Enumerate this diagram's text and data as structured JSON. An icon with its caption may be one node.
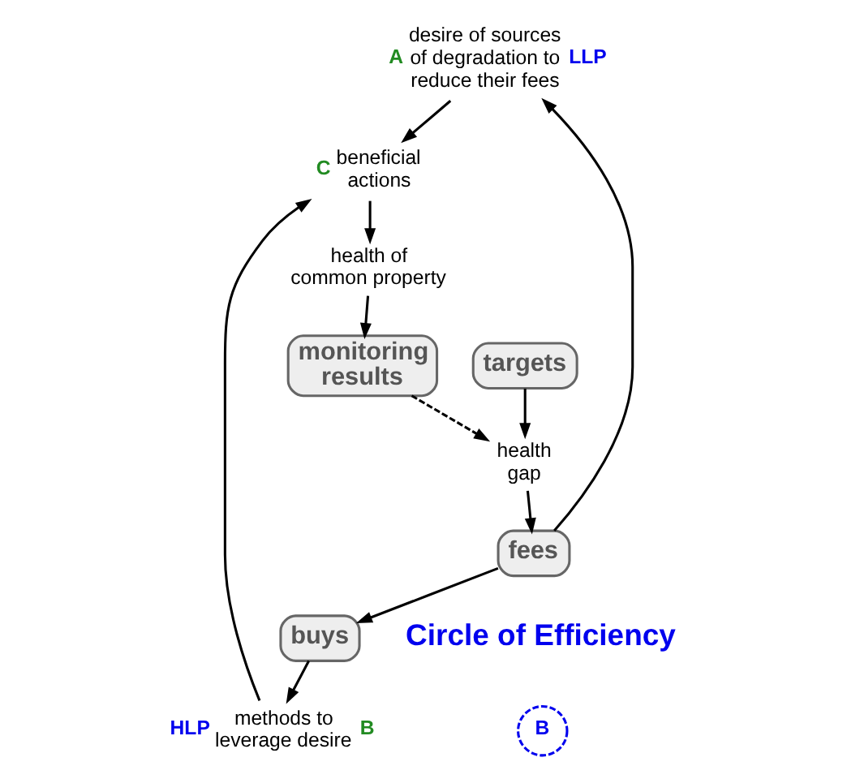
{
  "diagram": {
    "nodes": [
      {
        "text": [
          "desire of sources of degradation to reduce their fees"
        ],
        "beside": [
          "A",
          "LLP"
        ]
      },
      {
        "text": [
          "methods to leverage desire"
        ],
        "beside": [
          "HLP",
          "B"
        ]
      },
      {
        "text": [
          "beneficial actions"
        ],
        "beside": [
          "C"
        ]
      },
      {
        "text": [
          "health of common property"
        ]
      },
      {
        "text": [
          "monitoring results"
        ]
      },
      {
        "text": [
          "health gap"
        ]
      },
      {
        "text": [
          "fees"
        ]
      },
      {
        "text": [
          "buys"
        ]
      },
      {
        "text": [
          "targets"
        ]
      }
    ],
    "edges": [
      {
        "from": 6,
        "to": 0,
        "arrow": "to"
      },
      {
        "from": 6,
        "to": 7,
        "arrow": "to"
      },
      {
        "from": 7,
        "to": 1,
        "arrow": "to"
      },
      {
        "from": 0,
        "to": 2,
        "arrow": "to"
      },
      {
        "from": 1,
        "to": 2,
        "arrow": "to"
      },
      {
        "from": 2,
        "to": 3,
        "arrow": "to"
      },
      {
        "from": 3,
        "to": 4,
        "arrow": "to"
      },
      {
        "from": 4,
        "to": 5,
        "arrow": "to",
        "style": "dashed"
      },
      {
        "from": 8,
        "to": 5,
        "arrow": "to"
      },
      {
        "from": 5,
        "to": 6,
        "arrow": "to"
      }
    ],
    "labels": [
      "Circle of Efficiency",
      "B"
    ]
  }
}
